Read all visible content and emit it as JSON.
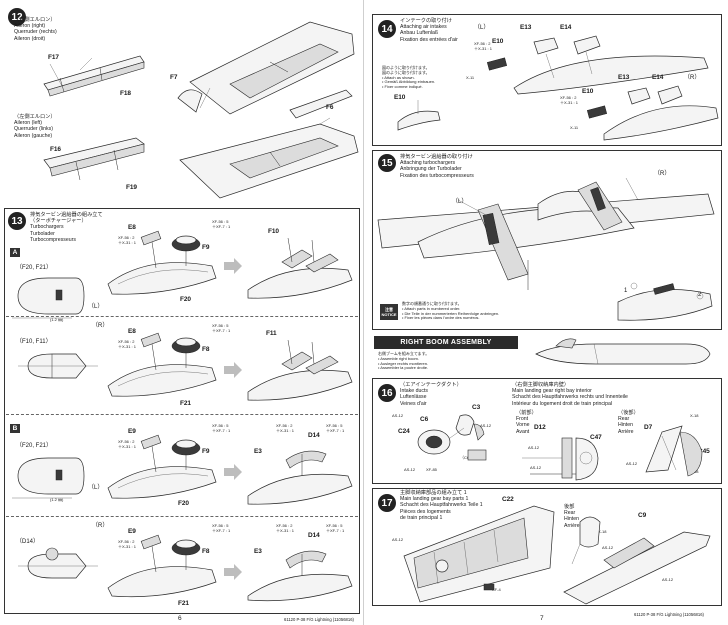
{
  "steps": {
    "s12": {
      "number": "12",
      "right_caption": [
        "（右側エルロン）",
        "Aileron (right)",
        "Querruder (rechts)",
        "Aileron (droit)"
      ],
      "left_caption": [
        "（左側エルロン）",
        "Aileron (left)",
        "Querruder (links)",
        "Aileron (gauche)"
      ],
      "parts": {
        "f17": "F17",
        "f18": "F18",
        "f7": "F7",
        "f6": "F6",
        "f16": "F16",
        "f19": "F19"
      }
    },
    "s13": {
      "number": "13",
      "caption": [
        "排気タービン過給器の組み立て",
        "（ターボチャージャー）",
        "Turbochargers",
        "Turbolader",
        "Turbocompresseurs"
      ],
      "section_a": "A",
      "section_b": "B",
      "row1": {
        "side": "（F20, F21）",
        "hand": "（L）",
        "parts": [
          "E8",
          "F9",
          "F10",
          "F20"
        ],
        "mm": "(1.2 ㎜)"
      },
      "row2": {
        "side": "（F10, F11）",
        "hand": "（R）",
        "parts": [
          "E8",
          "F8",
          "F11",
          "F21"
        ]
      },
      "row3": {
        "side": "（F20, F21）",
        "hand": "（L）",
        "parts": [
          "E9",
          "F9",
          "E3",
          "D14",
          "F20"
        ],
        "mm": "(1.2 ㎜)"
      },
      "row4": {
        "side": "（D14）",
        "hand": "（R）",
        "parts": [
          "E9",
          "F8",
          "E3",
          "D14",
          "F21"
        ]
      },
      "color_notes": {
        "xf56_2": "XF-56 : 2",
        "x31_1": "＋X-31 : 1",
        "xf56_5": "XF-56 : 5",
        "xf7_1": "＋XF-7 : 1"
      }
    },
    "s14": {
      "number": "14",
      "caption": [
        "インテークの取り付け",
        "Attaching air intakes",
        "Anbau Luftenlaß",
        "Fixation des entrées d'air"
      ],
      "left_hand": "（L）",
      "right_hand": "（R）",
      "parts": {
        "e10": "E10",
        "e13": "E13",
        "e14": "E14",
        "x11": "X-11"
      },
      "color": {
        "a": "XF-56 : 2",
        "b": "＋X-31 : 1"
      },
      "note": [
        "図のように取り付けます。",
        "図のように取り付けます。",
        "• Attach as shown.",
        "• Gemäß Abbildung einbauen.",
        "• Fixer comme indiqué."
      ],
      "e10_lower": "E10"
    },
    "s15": {
      "number": "15",
      "caption": [
        "排気タービン過給器の取り付け",
        "Attaching turbochargers",
        "Anbringung der Turbolader",
        "Fixation des turbocompresseurs"
      ],
      "left_hand": "（L）",
      "right_hand": "（R）",
      "callouts": [
        "1",
        "2"
      ],
      "note_badge": "注意 NOTICE",
      "note": [
        "数字の順番通りに取り付けます。",
        "• Attach parts in numbered order.",
        "• Die Teile in der nummerierten Reihenfolge anbringen.",
        "• Fixer les pièces dans l'ordre des numéros."
      ]
    },
    "banner": "RIGHT BOOM ASSEMBLY",
    "boom_note": [
      "右側ブームを組み立てます。",
      "• Assemble right boom.",
      "• Ausleger rechts montieren.",
      "• Assembler la poutre droite."
    ],
    "s16": {
      "number": "16",
      "caption_left": [
        "（エアインテークダクト）",
        "Intake ducts",
        "Luftenlässe",
        "Veines d'air"
      ],
      "caption_right": [
        "（右側主脚収納庫内壁）",
        "Main landing gear right bay interior",
        "Schacht des Hauptfahrwerks rechts und Innenteile",
        "Intérieur du logement droit de train principal"
      ],
      "front": [
        "（前部）",
        "Front",
        "Vorne",
        "Avant"
      ],
      "rear": [
        "（後部）",
        "Rear",
        "Hinten",
        "Arrière"
      ],
      "parts": {
        "c3": "C3",
        "c6": "C6",
        "c24": "C24",
        "d12": "D12",
        "c47": "C47",
        "d7": "D7",
        "c45": "C45",
        "c6b": "（C6）"
      },
      "colors": {
        "as12": "AS-12",
        "xf85": "XF-85",
        "x18": "X-18"
      }
    },
    "s17": {
      "number": "17",
      "caption": [
        "主脚収納庫部品の組み立て 1",
        "Main landing gear bay parts 1",
        "Schacht des Hauptfahrwerks Teile 1",
        "Pièces des logements",
        "de train principal 1"
      ],
      "rear": [
        "後部",
        "Rear",
        "Hinten",
        "Arrière"
      ],
      "parts": {
        "c22": "C22",
        "c9": "C9"
      },
      "colors": {
        "as12": "AS-12",
        "xf85": "XF-85",
        "x18": "X-18",
        "xf4": "XF-4"
      }
    }
  },
  "footer": {
    "left_page": "6",
    "right_page": "7",
    "left_code": "61120 P-38 F/G Lightning (11056816)",
    "right_code": "61120 P-38 F/G Lightning (11056816)"
  }
}
